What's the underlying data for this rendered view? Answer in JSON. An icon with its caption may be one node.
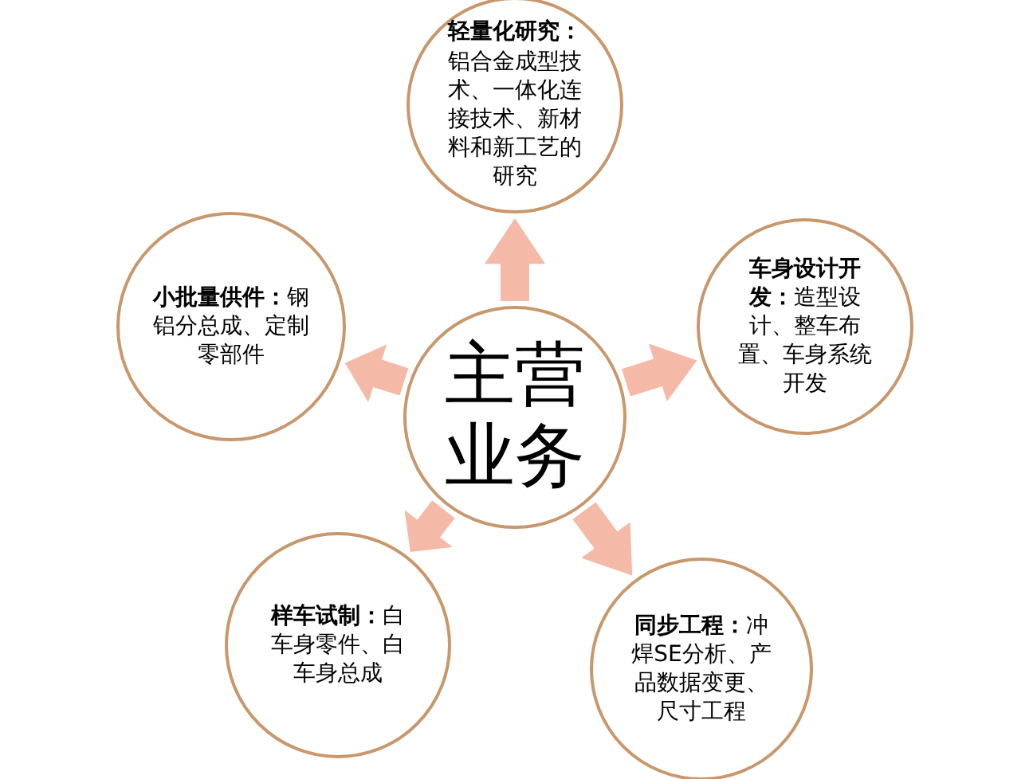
{
  "diagram": {
    "nodes": [
      {
        "text": [
          "主营业务"
        ]
      },
      {
        "text": [
          "轻量化研究：",
          "铝合金成型技术、一体化连接技术、新材料和新工艺的研究"
        ]
      },
      {
        "text": [
          "车身设计开发：",
          "造型设计、整车布置、车身系统开发"
        ]
      },
      {
        "text": [
          "同步工程：",
          "冲焊SE分析、产品数据变更、尺寸工程"
        ]
      },
      {
        "text": [
          "样车试制：",
          "白车身零件、白车身总成"
        ]
      },
      {
        "text": [
          "小批量供件：",
          "钢铝分总成、定制零部件"
        ]
      }
    ],
    "edges": [
      {
        "from": 0,
        "to": 1,
        "arrow": "to"
      },
      {
        "from": 0,
        "to": 2,
        "arrow": "to"
      },
      {
        "from": 0,
        "to": 3,
        "arrow": "to"
      },
      {
        "from": 0,
        "to": 4,
        "arrow": "to"
      },
      {
        "from": 0,
        "to": 5,
        "arrow": "to"
      }
    ]
  }
}
